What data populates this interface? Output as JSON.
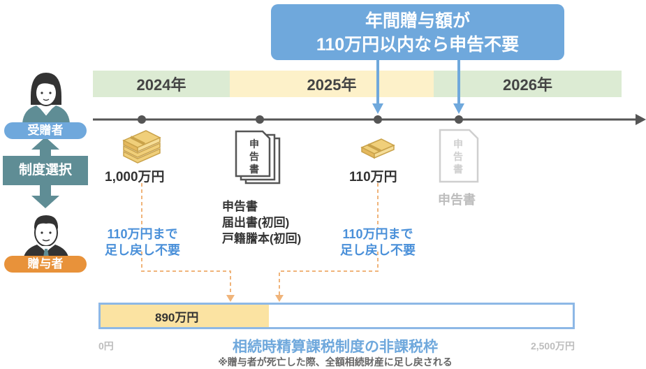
{
  "callout": {
    "line1": "年間贈与額が",
    "line2": "110万円以内なら申告不要"
  },
  "years": [
    "2024年",
    "2025年",
    "2026年"
  ],
  "roles": {
    "recipient": "受贈者",
    "giver": "贈与者",
    "select": "制度選択"
  },
  "events": {
    "gift1_amount": "1,000万円",
    "gift2_amount": "110万円",
    "docs": [
      "申告書",
      "届出書(初回)",
      "戸籍謄本(初回)"
    ],
    "doc_icon_text": "申告書",
    "faded_doc": "申告書",
    "note_left": [
      "110万円まで",
      "足し戻し不要"
    ],
    "note_right": [
      "110万円まで",
      "足し戻し不要"
    ]
  },
  "bar": {
    "used": "890万円",
    "used_value": 890,
    "max_value": 2500,
    "min_label": "0円",
    "max_label": "2,500万円",
    "title": "相続時精算課税制度の非課税枠",
    "footnote": "※贈与者が死亡した際、全額相続財産に足し戻される"
  },
  "colors": {
    "accent_blue": "#6fa8dc",
    "green_band": "#dcebd3",
    "yellow_band": "#fdf1c9",
    "orange": "#e8923a",
    "teal": "#5f8d95"
  }
}
